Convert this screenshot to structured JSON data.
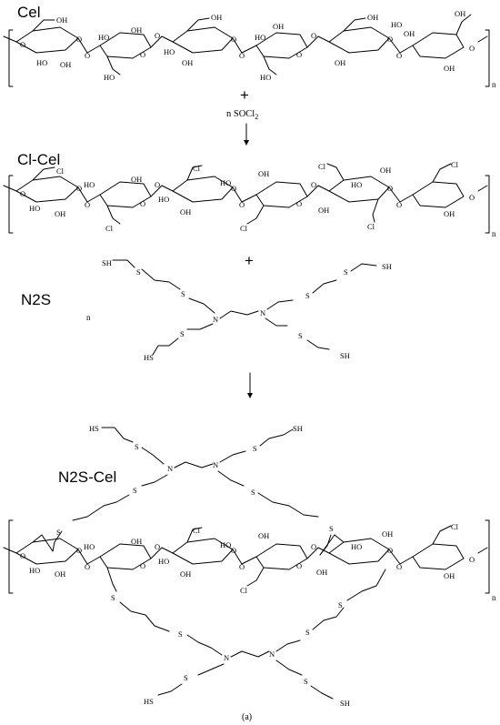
{
  "stages": {
    "cel": "Cel",
    "clcel": "Cl-Cel",
    "n2s": "N2S",
    "n2scel": "N2S-Cel"
  },
  "reaction": {
    "plus": "+",
    "reagent_prefix": "n SOCl",
    "reagent_subscript": "2"
  },
  "atoms": {
    "OH": "OH",
    "HO": "HO",
    "O": "O",
    "Cl": "Cl",
    "SH": "SH",
    "HS": "HS",
    "S": "S",
    "N": "N"
  },
  "repeat_n": "n",
  "caption": "(a)"
}
